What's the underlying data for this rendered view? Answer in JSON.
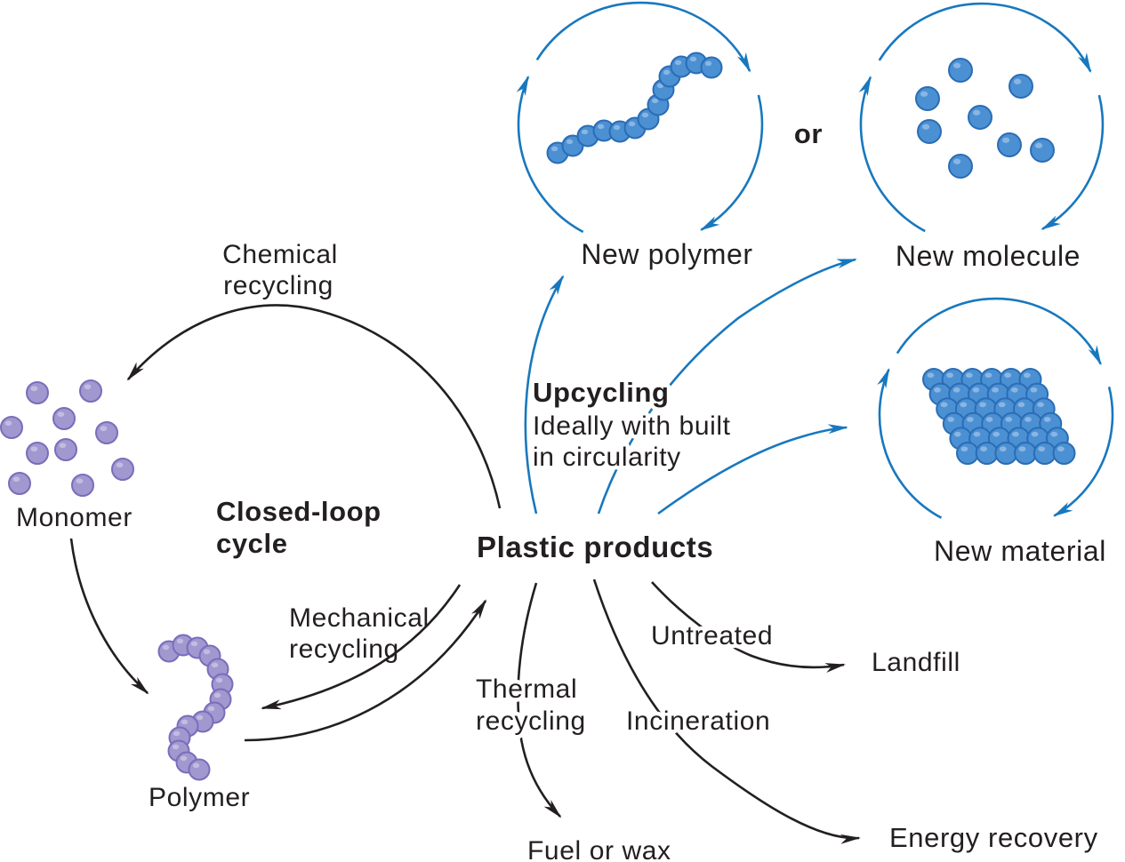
{
  "title": "Plastic recycling pathways diagram",
  "labels": {
    "chemical_line1": "Chemical",
    "chemical_line2": "recycling",
    "closed_loop_line1": "Closed-loop",
    "closed_loop_line2": "cycle",
    "monomer": "Monomer",
    "polymer": "Polymer",
    "mechanical_line1": "Mechanical",
    "mechanical_line2": "recycling",
    "plastic_products": "Plastic products",
    "upcycling_title": "Upcycling",
    "upcycling_sub1": "Ideally with built",
    "upcycling_sub2": "in circularity",
    "new_polymer": "New polymer",
    "or": "or",
    "new_molecule": "New molecule",
    "new_material": "New material",
    "thermal_line1": "Thermal",
    "thermal_line2": "recycling",
    "fuel_or_wax": "Fuel or wax",
    "untreated": "Untreated",
    "incineration": "Incineration",
    "landfill": "Landfill",
    "energy_recovery": "Energy recovery"
  },
  "icons": {
    "monomer_cluster": "purple-molecule-dots",
    "polymer_chain": "purple-bead-chain",
    "new_polymer_chain": "blue-bead-chain",
    "new_molecule_dots": "blue-molecule-dots",
    "new_material_lattice": "blue-bead-lattice",
    "cycle_arrows": "circular-clockwise-arrows"
  },
  "colors": {
    "arrow-black": "#231f20",
    "arrow-blue": "#1878be",
    "text": "#231f20",
    "background": "#ffffff",
    "sphere-blue-fill": "#4b90d2",
    "sphere-blue-stroke": "#2a6db6",
    "sphere-blue-highlight": "#8ab5e3",
    "sphere-purple-fill": "#a198cf",
    "sphere-purple-stroke": "#7c6cbb",
    "sphere-purple-highlight": "#c3bce2"
  }
}
